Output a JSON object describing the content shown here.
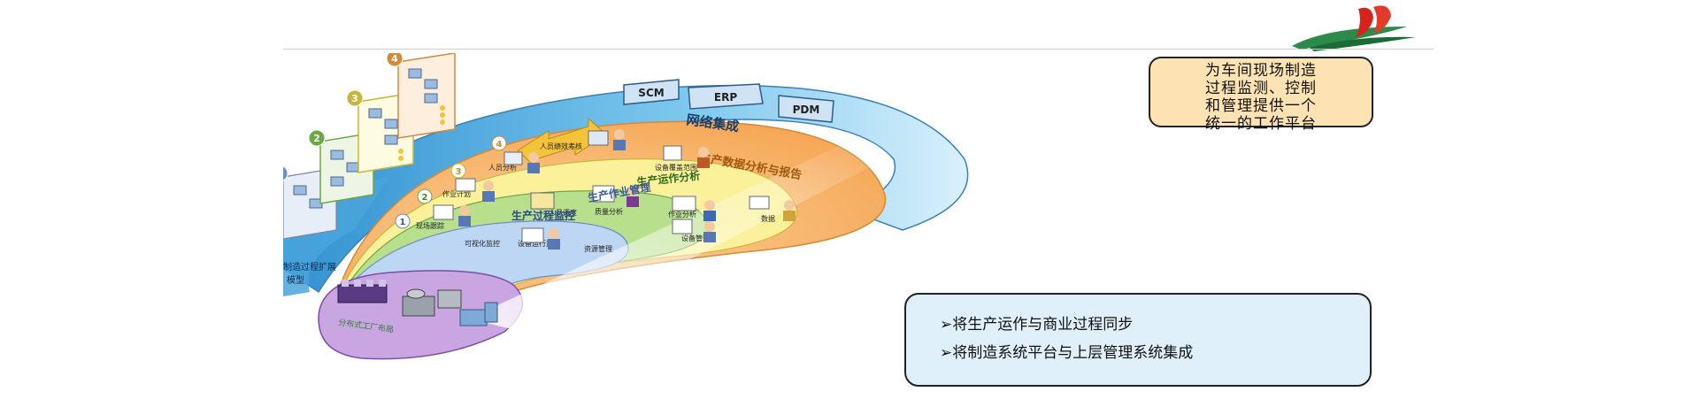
{
  "callout": {
    "lines": [
      "为车间现场制造",
      "过程监测、控制",
      "和管理提供一个",
      "统一的工作平台"
    ]
  },
  "notes": {
    "items": [
      "➢将生产运作与商业过程同步",
      "➢将制造系统平台与上层管理系统集成"
    ]
  },
  "integration": {
    "systems": [
      "SCM",
      "ERP",
      "PDM"
    ],
    "band_label": "网络集成"
  },
  "process_models": {
    "numbers": [
      "1",
      "2",
      "3",
      "4"
    ],
    "caption": [
      "制造过程扩展",
      "模型"
    ]
  },
  "layers": [
    {
      "number": "4",
      "title": "生产数据分析与报告",
      "items": [
        "人员绩效考核",
        "设备覆盖范围",
        "数据"
      ]
    },
    {
      "number": "3",
      "title": "生产运作分析",
      "items": [
        "人员分析",
        "质量分析",
        "作业分析"
      ]
    },
    {
      "number": "2",
      "title": "生产作业管理",
      "items": [
        "作业计划",
        "人员调度",
        "设备管理",
        "资源管理"
      ]
    },
    {
      "number": "1",
      "title": "生产过程监控",
      "items": [
        "现场跟踪",
        "可视化监控",
        "设备运行监控"
      ]
    }
  ],
  "base_label": "分布式工厂布局",
  "colors": {
    "outer_band": "#5cb4e0",
    "layer4": "#f7b56d",
    "layer3": "#fbf19a",
    "layer2": "#b8e08c",
    "layer1": "#bdd6f4",
    "base": "#c9a6e2",
    "callout_bg": "#fde3b4",
    "notes_bg": "#dff0fb"
  }
}
